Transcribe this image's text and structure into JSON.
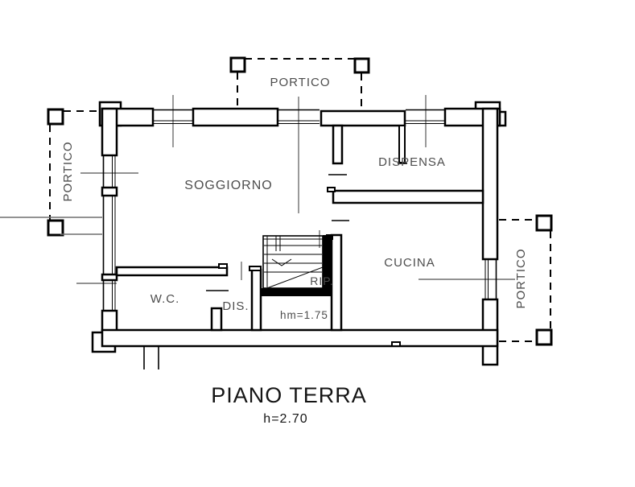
{
  "drawing": {
    "title": "PIANO TERRA",
    "height_note": "h=2.70",
    "rooms": [
      {
        "id": "soggiorno",
        "label": "SOGGIORNO"
      },
      {
        "id": "dispensa",
        "label": "DISPENSA"
      },
      {
        "id": "cucina",
        "label": "CUCINA"
      },
      {
        "id": "wc",
        "label": "W.C."
      },
      {
        "id": "dis",
        "label": "DIS."
      },
      {
        "id": "rip",
        "label": "RIP."
      }
    ],
    "porticos": {
      "top": {
        "label": "PORTICO"
      },
      "left": {
        "label": "PORTICO"
      },
      "right": {
        "label": "PORTICO"
      }
    },
    "annotations": {
      "stair_mean_height": "hm=1.75"
    },
    "colors": {
      "wall": "#000000",
      "tick_line": "#6f6f6f",
      "room_label": "#4d4d4d",
      "title": "#141414",
      "background": "#ffffff"
    }
  }
}
